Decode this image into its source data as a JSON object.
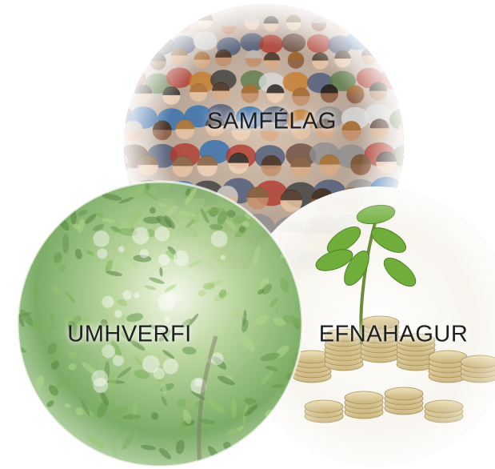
{
  "diagram": {
    "circles": [
      {
        "id": "society",
        "label": "SAMFÉLAG",
        "image": "crowd-of-people",
        "tint": "#c9b8a6"
      },
      {
        "id": "environment",
        "label": "UMHVERFI",
        "image": "green-tree-canopy",
        "tint": "#8fb86a"
      },
      {
        "id": "economy",
        "label": "EFNAHAGUR",
        "image": "seedling-on-coin-stacks",
        "tint": "#d8c79a"
      }
    ]
  }
}
